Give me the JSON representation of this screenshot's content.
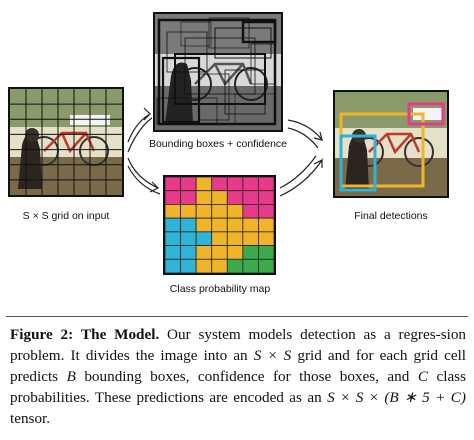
{
  "figure": {
    "labels": {
      "grid_input": "S × S grid on input",
      "boxes_confidence": "Bounding boxes + confidence",
      "class_map": "Class probability map",
      "final": "Final detections"
    },
    "grid_cells": 7,
    "class_map_cells": [
      [
        "#e83a8a",
        "#e83a8a",
        "#f0b429",
        "#e83a8a",
        "#e83a8a",
        "#e83a8a",
        "#e83a8a"
      ],
      [
        "#e83a8a",
        "#e83a8a",
        "#f0b429",
        "#f0b429",
        "#e83a8a",
        "#e83a8a",
        "#e83a8a"
      ],
      [
        "#f0b429",
        "#f0b429",
        "#f0b429",
        "#f0b429",
        "#f0b429",
        "#e83a8a",
        "#e83a8a"
      ],
      [
        "#2fb3d6",
        "#2fb3d6",
        "#f0b429",
        "#f0b429",
        "#f0b429",
        "#f0b429",
        "#f0b429"
      ],
      [
        "#2fb3d6",
        "#2fb3d6",
        "#2fb3d6",
        "#f0b429",
        "#f0b429",
        "#f0b429",
        "#f0b429"
      ],
      [
        "#2fb3d6",
        "#2fb3d6",
        "#f0b429",
        "#f0b429",
        "#f0b429",
        "#3daa4d",
        "#3daa4d"
      ],
      [
        "#2fb3d6",
        "#2fb3d6",
        "#f0b429",
        "#f0b429",
        "#3daa4d",
        "#3daa4d",
        "#3daa4d"
      ]
    ],
    "colors": {
      "bike_box": "#f0b429",
      "dog_box": "#2fb3d6",
      "car_box": "#e83a8a"
    }
  },
  "caption": {
    "label": "Figure 2:",
    "title": "The Model.",
    "text_1": "Our system models detection as a regres-sion problem. It divides the image into an",
    "text_2": "grid and for each grid cell predicts",
    "text_3": "bounding boxes, confidence for those boxes, and",
    "text_4": "class probabilities. These predictions are encoded as an",
    "text_5": "tensor.",
    "math_SxS": "S × S",
    "math_B": "B",
    "math_C": "C",
    "math_tensor": "S × S × (B ∗ 5 + C)"
  }
}
